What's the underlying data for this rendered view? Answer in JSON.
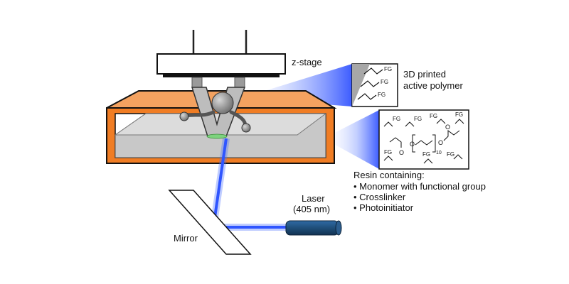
{
  "labels": {
    "zstage": "z-stage",
    "polymer_line1": "3D printed",
    "polymer_line2": "active polymer",
    "resin_title": "Resin containing:",
    "resin_items": [
      "Monomer with functional group",
      "Crosslinker",
      "Photoinitiator"
    ],
    "laser_line1": "Laser",
    "laser_line2": "(405 nm)",
    "mirror": "Mirror"
  },
  "chem": {
    "fg": "FG",
    "oxygen": "O",
    "repeat": "10"
  },
  "colors": {
    "vat_orange": "#f07d24",
    "resin_gray": "#c8c8c8",
    "laser_blue": "#4a6fff",
    "laser_body": "#1f4e79",
    "cured_green": "#7ed37e"
  }
}
